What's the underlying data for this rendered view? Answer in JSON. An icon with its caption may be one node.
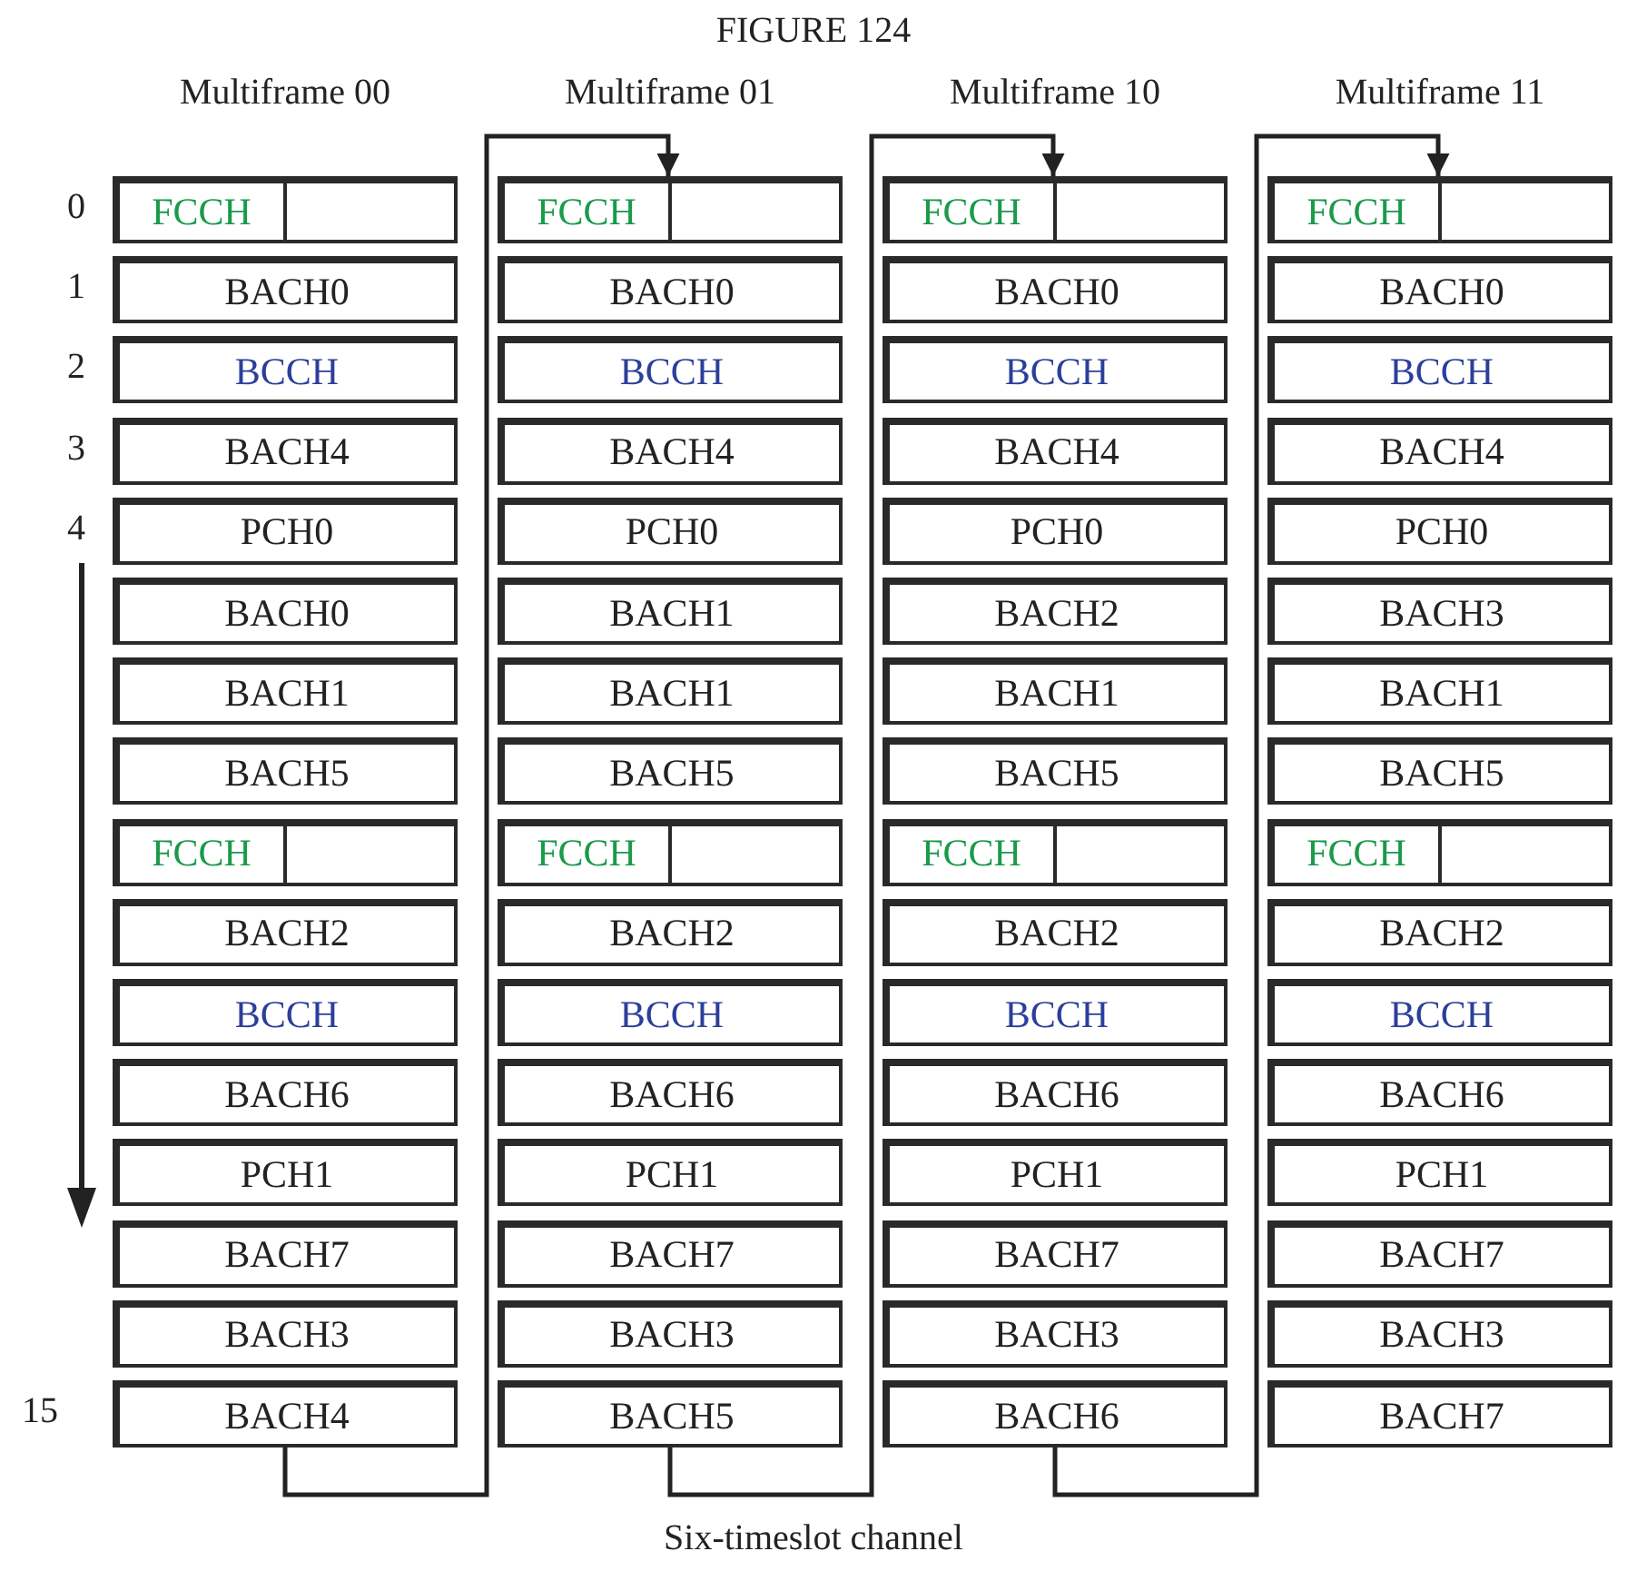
{
  "diagram": {
    "title": "FIGURE 124",
    "caption": "Six-timeslot channel",
    "nodes": [
      {
        "text": [
          "FCCH"
        ]
      },
      {
        "text": [
          "BACH0"
        ]
      },
      {
        "text": [
          "BCCH"
        ]
      },
      {
        "text": [
          "BACH4"
        ]
      },
      {
        "text": [
          "PCH0"
        ]
      },
      {
        "text": [
          "BACH0"
        ]
      },
      {
        "text": [
          "BACH1"
        ]
      },
      {
        "text": [
          "BACH5"
        ]
      },
      {
        "text": [
          "FCCH"
        ]
      },
      {
        "text": [
          "BACH2"
        ]
      },
      {
        "text": [
          "BCCH"
        ]
      },
      {
        "text": [
          "BACH6"
        ]
      },
      {
        "text": [
          "PCH1"
        ]
      },
      {
        "text": [
          "BACH7"
        ]
      },
      {
        "text": [
          "BACH3"
        ]
      },
      {
        "text": [
          "BACH4"
        ]
      },
      {
        "text": [
          "FCCH"
        ]
      },
      {
        "text": [
          "BACH0"
        ]
      },
      {
        "text": [
          "BCCH"
        ]
      },
      {
        "text": [
          "BACH4"
        ]
      },
      {
        "text": [
          "PCH0"
        ]
      },
      {
        "text": [
          "BACH1"
        ]
      },
      {
        "text": [
          "BACH1"
        ]
      },
      {
        "text": [
          "BACH5"
        ]
      },
      {
        "text": [
          "FCCH"
        ]
      },
      {
        "text": [
          "BACH2"
        ]
      },
      {
        "text": [
          "BCCH"
        ]
      },
      {
        "text": [
          "BACH6"
        ]
      },
      {
        "text": [
          "PCH1"
        ]
      },
      {
        "text": [
          "BACH7"
        ]
      },
      {
        "text": [
          "BACH3"
        ]
      },
      {
        "text": [
          "BACH5"
        ]
      },
      {
        "text": [
          "FCCH"
        ]
      },
      {
        "text": [
          "BACH0"
        ]
      },
      {
        "text": [
          "BCCH"
        ]
      },
      {
        "text": [
          "BACH4"
        ]
      },
      {
        "text": [
          "PCH0"
        ]
      },
      {
        "text": [
          "BACH2"
        ]
      },
      {
        "text": [
          "BACH1"
        ]
      },
      {
        "text": [
          "BACH5"
        ]
      },
      {
        "text": [
          "FCCH"
        ]
      },
      {
        "text": [
          "BACH2"
        ]
      },
      {
        "text": [
          "BCCH"
        ]
      },
      {
        "text": [
          "BACH6"
        ]
      },
      {
        "text": [
          "PCH1"
        ]
      },
      {
        "text": [
          "BACH7"
        ]
      },
      {
        "text": [
          "BACH3"
        ]
      },
      {
        "text": [
          "BACH6"
        ]
      },
      {
        "text": [
          "FCCH"
        ]
      },
      {
        "text": [
          "BACH0"
        ]
      },
      {
        "text": [
          "BCCH"
        ]
      },
      {
        "text": [
          "BACH4"
        ]
      },
      {
        "text": [
          "PCH0"
        ]
      },
      {
        "text": [
          "BACH3"
        ]
      },
      {
        "text": [
          "BACH1"
        ]
      },
      {
        "text": [
          "BACH5"
        ]
      },
      {
        "text": [
          "FCCH"
        ]
      },
      {
        "text": [
          "BACH2"
        ]
      },
      {
        "text": [
          "BCCH"
        ]
      },
      {
        "text": [
          "BACH6"
        ]
      },
      {
        "text": [
          "PCH1"
        ]
      },
      {
        "text": [
          "BACH7"
        ]
      },
      {
        "text": [
          "BACH3"
        ]
      },
      {
        "text": [
          "BACH7"
        ]
      }
    ],
    "edges": [
      {
        "from": 15,
        "to": 16,
        "arrow": "to"
      },
      {
        "from": 31,
        "to": 32,
        "arrow": "to"
      },
      {
        "from": 47,
        "to": 48,
        "arrow": "to"
      }
    ],
    "labels": [
      "Multiframe 00",
      "Multiframe 01",
      "Multiframe 10",
      "Multiframe 11",
      "0",
      "1",
      "2",
      "3",
      "4",
      "15"
    ]
  }
}
